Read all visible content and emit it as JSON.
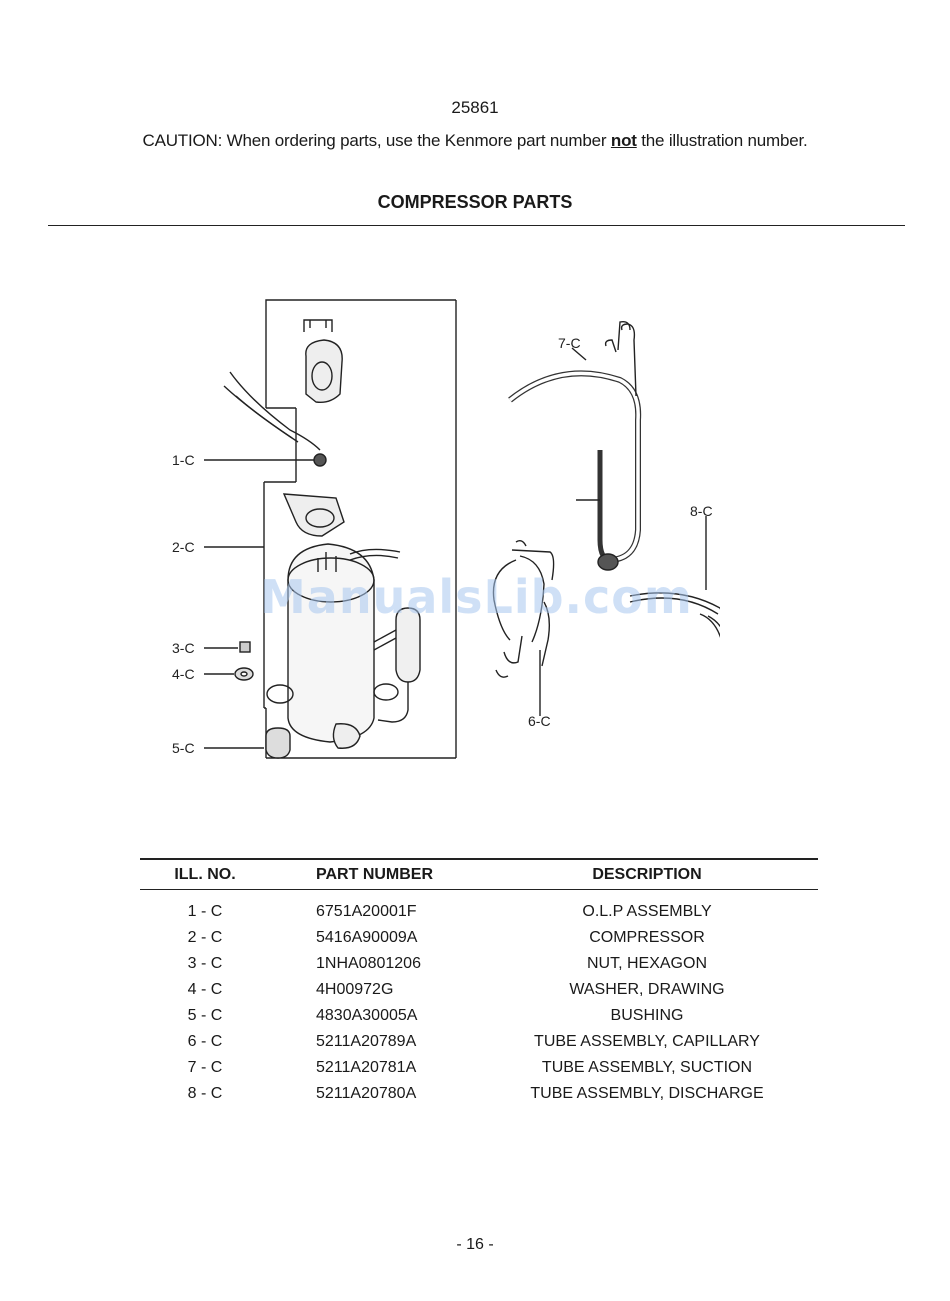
{
  "header": {
    "model": "25861",
    "caution_before": "CAUTION: When ordering parts, use the Kenmore part number ",
    "caution_emph": "not",
    "caution_after": " the illustration number."
  },
  "section_title": "COMPRESSOR PARTS",
  "diagram": {
    "callouts": [
      "1-C",
      "2-C",
      "3-C",
      "4-C",
      "5-C",
      "6-C",
      "7-C",
      "8-C"
    ]
  },
  "watermark": "ManualsLib.com",
  "table": {
    "headers": [
      "ILL. NO.",
      "PART NUMBER",
      "DESCRIPTION"
    ],
    "rows": [
      [
        "1 - C",
        "6751A20001F",
        "O.L.P ASSEMBLY"
      ],
      [
        "2 - C",
        "5416A90009A",
        "COMPRESSOR"
      ],
      [
        "3 - C",
        "1NHA0801206",
        "NUT, HEXAGON"
      ],
      [
        "4 - C",
        "4H00972G",
        "WASHER, DRAWING"
      ],
      [
        "5 - C",
        "4830A30005A",
        "BUSHING"
      ],
      [
        "6 - C",
        "5211A20789A",
        "TUBE ASSEMBLY, CAPILLARY"
      ],
      [
        "7 - C",
        "5211A20781A",
        "TUBE ASSEMBLY, SUCTION"
      ],
      [
        "8 - C",
        "5211A20780A",
        "TUBE ASSEMBLY, DISCHARGE"
      ]
    ]
  },
  "page_number": "- 16 -"
}
